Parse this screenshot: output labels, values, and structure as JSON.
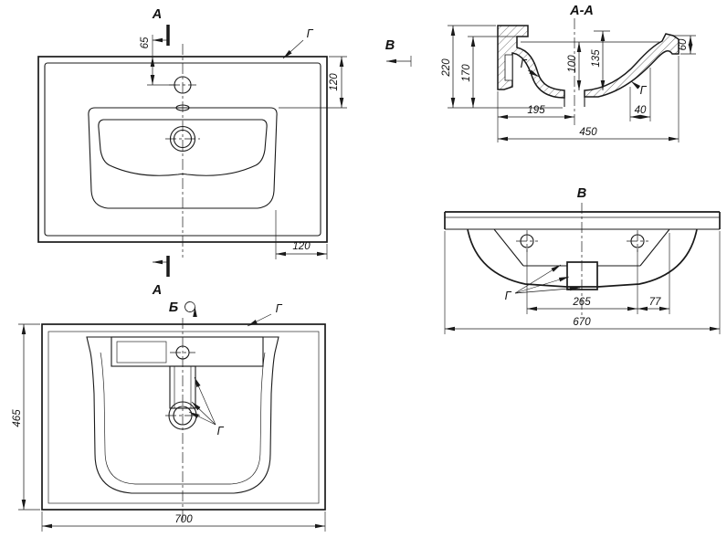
{
  "colors": {
    "ink": "#1a1a1a",
    "paper": "#ffffff"
  },
  "plan": {
    "section_label": "A",
    "surface_label": "Г",
    "dim_65": "65",
    "dim_120_v": "120",
    "dim_120_h": "120"
  },
  "section": {
    "title": "A-A",
    "view_label": "B",
    "surface_label_1": "Г",
    "surface_label_2": "Г",
    "dim_220": "220",
    "dim_170": "170",
    "dim_100": "100",
    "dim_135": "135",
    "dim_60": "60",
    "dim_195": "195",
    "dim_40": "40",
    "dim_450": "450"
  },
  "front": {
    "title": "В",
    "surface_label": "Г",
    "dim_265": "265",
    "dim_77": "77",
    "dim_670": "670"
  },
  "bottom": {
    "title": "Б",
    "surface_label_top": "Г",
    "surface_label_inner": "Г",
    "dim_465": "465",
    "dim_700": "700"
  }
}
